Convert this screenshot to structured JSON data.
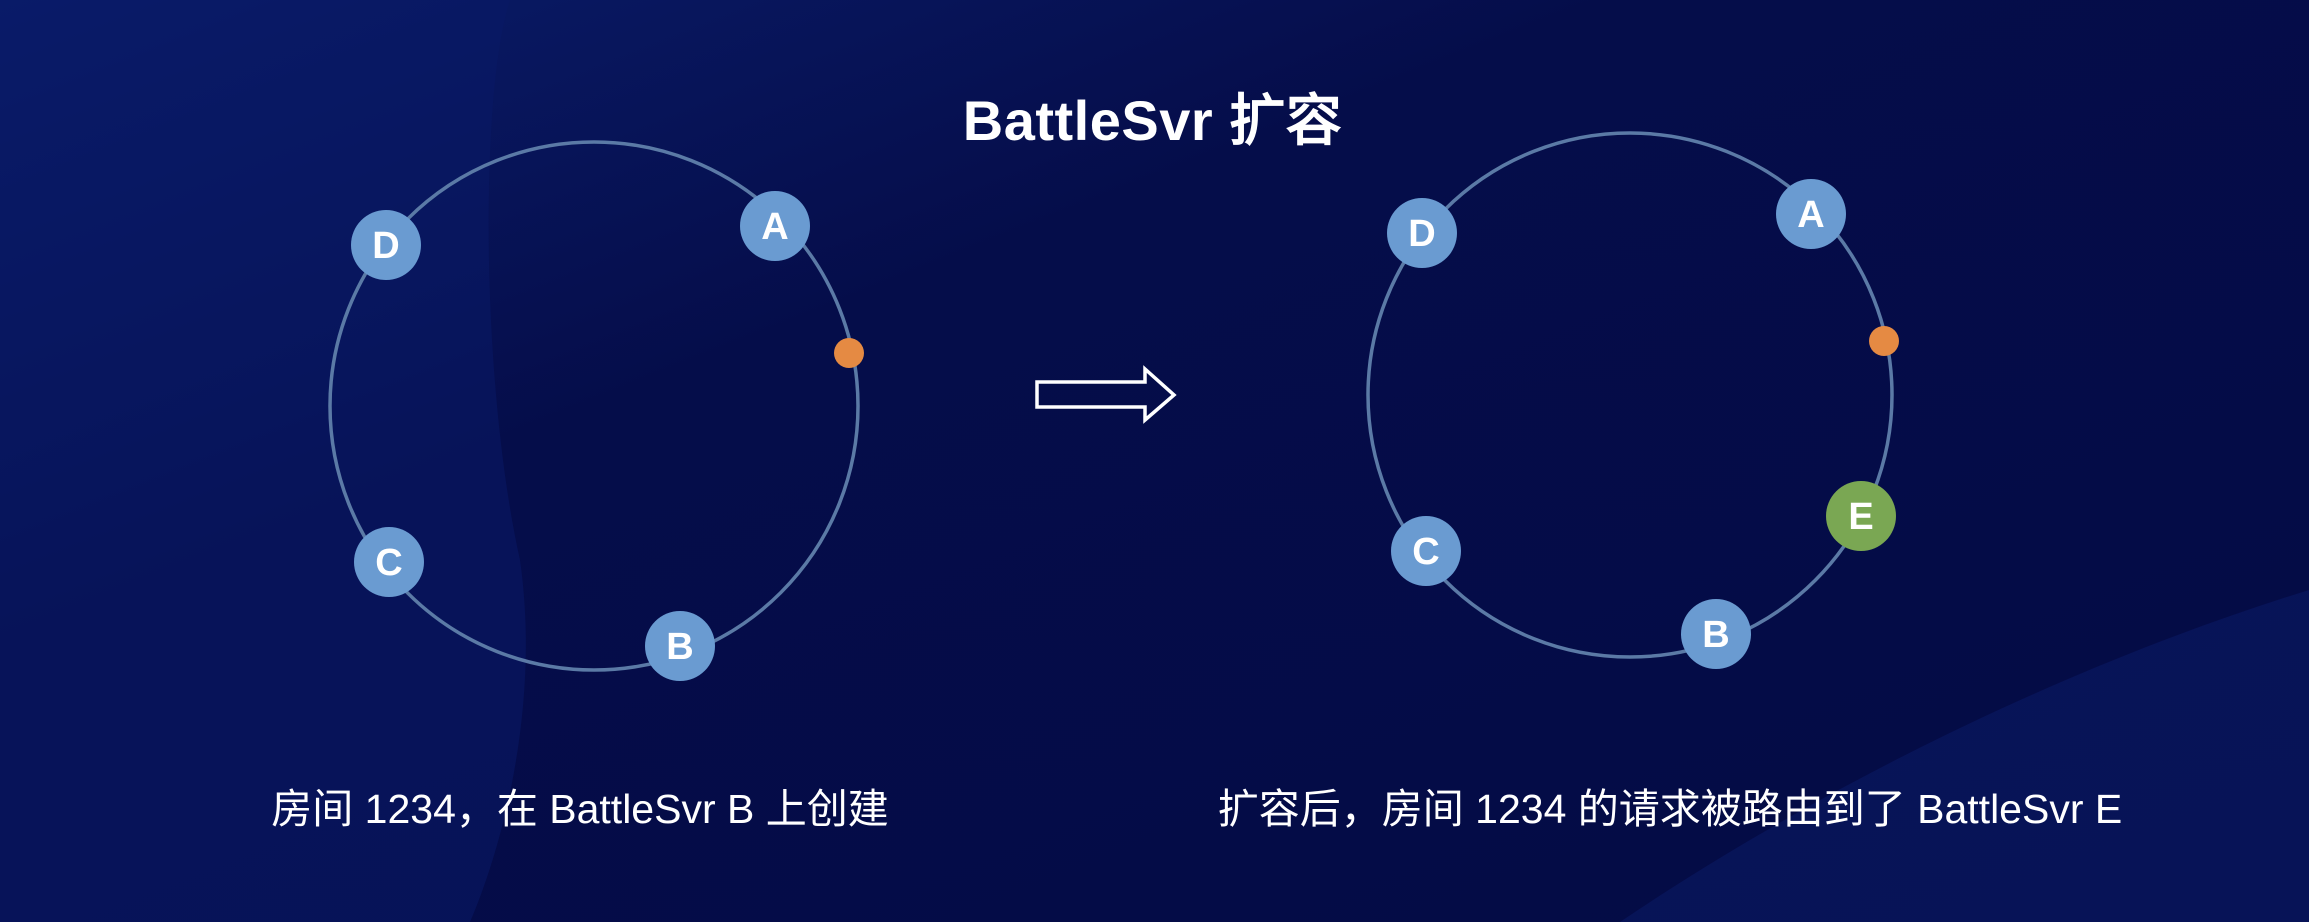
{
  "title": "BattleSvr 扩容",
  "colors": {
    "background": "#050d4a",
    "ring": "#5b7aa6",
    "node_existing": "#6a9bd1",
    "node_new": "#7aa753",
    "request_key": "#e58a43",
    "arrow": "#ffffff",
    "text": "#ffffff"
  },
  "icons": {
    "arrow": "right-arrow-outline-icon"
  },
  "diagrams": [
    {
      "id": "before",
      "caption": "房间 1234，在 BattleSvr B 上创建",
      "nodes": [
        {
          "label": "A",
          "kind": "existing"
        },
        {
          "label": "B",
          "kind": "existing"
        },
        {
          "label": "C",
          "kind": "existing"
        },
        {
          "label": "D",
          "kind": "existing"
        }
      ],
      "request_key": "orange-dot"
    },
    {
      "id": "after",
      "caption": "扩容后，房间 1234 的请求被路由到了 BattleSvr E",
      "nodes": [
        {
          "label": "A",
          "kind": "existing"
        },
        {
          "label": "E",
          "kind": "new"
        },
        {
          "label": "B",
          "kind": "existing"
        },
        {
          "label": "C",
          "kind": "existing"
        },
        {
          "label": "D",
          "kind": "existing"
        }
      ],
      "request_key": "orange-dot"
    }
  ]
}
